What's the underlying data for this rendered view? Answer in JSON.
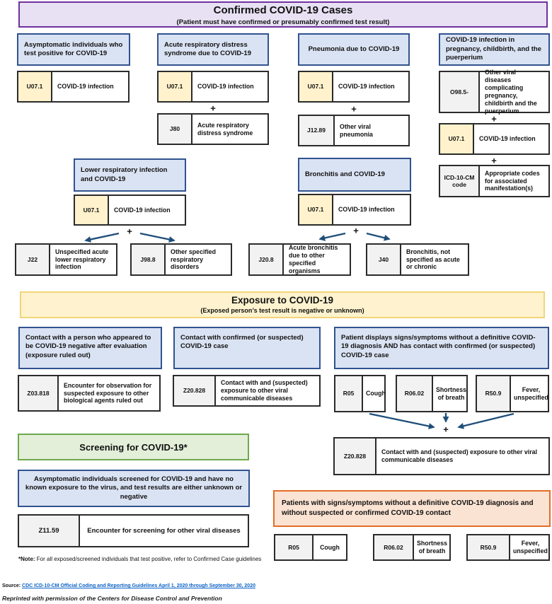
{
  "palette": {
    "purple_border": "#7030A0",
    "purple_bg": "#E7E1F3",
    "blue_border": "#31538F",
    "blue_bg": "#DAE3F3",
    "yellow_border": "#F2D478",
    "yellow_bg": "#FEF3CE",
    "green_border": "#6EA84D",
    "green_bg": "#E3EFD9",
    "orange_border": "#E26C27",
    "orange_bg": "#FBE3D3",
    "code_yellow": "#FFF2CC",
    "code_gray": "#F2F2F2",
    "arrow": "#1F4E79",
    "link": "#0B62C7"
  },
  "symbols": {
    "plus": "+"
  },
  "confirmed": {
    "title": "Confirmed COVID-19 Cases",
    "subtitle": "(Patient must have confirmed or presumably confirmed test result)",
    "asymptomatic": {
      "topic": "Asymptomatic individuals who test positive for COVID-19",
      "code": "U07.1",
      "desc": "COVID-19 infection"
    },
    "ards": {
      "topic": "Acute respiratory distress syndrome due to COVID-19",
      "code1": "U07.1",
      "desc1": "COVID-19 infection",
      "code2": "J80",
      "desc2": "Acute respiratory distress syndrome"
    },
    "pneumonia": {
      "topic": "Pneumonia due to COVID-19",
      "code1": "U07.1",
      "desc1": "COVID-19 infection",
      "code2": "J12.89",
      "desc2": "Other viral pneumonia"
    },
    "pregnancy": {
      "topic": "COVID-19 infection in pregnancy, childbirth, and the puerperium",
      "code1": "O98.5-",
      "desc1": "Other viral diseases complicating pregnancy, childbirth and the puerperium",
      "code2": "U07.1",
      "desc2": "COVID-19 infection",
      "code3": "ICD-10-CM code",
      "desc3": "Appropriate codes for associated manifestation(s)"
    },
    "lower_respiratory": {
      "topic": "Lower respiratory infection and COVID-19",
      "code": "U07.1",
      "desc": "COVID-19 infection",
      "branch1_code": "J22",
      "branch1_desc": "Unspecified acute lower respiratory infection",
      "branch2_code": "J98.8",
      "branch2_desc": "Other specified respiratory disorders"
    },
    "bronchitis": {
      "topic": "Bronchitis and COVID-19",
      "code": "U07.1",
      "desc": "COVID-19 infection",
      "branch1_code": "J20.8",
      "branch1_desc": "Acute bronchitis due to other specified organisms",
      "branch2_code": "J40",
      "branch2_desc": "Bronchitis, not specified as acute or chronic"
    }
  },
  "exposure": {
    "title": "Exposure to COVID-19",
    "subtitle": "(Exposed person’s test result is negative or unknown)",
    "ruled_out": {
      "topic": "Contact with a person who appeared to be COVID-19 negative after evaluation (exposure ruled out)",
      "code": "Z03.818",
      "desc": "Encounter for observation for suspected exposure to other biological agents ruled out"
    },
    "contact": {
      "topic": "Contact with confirmed (or suspected) COVID-19 case",
      "code": "Z20.828",
      "desc": "Contact with and (suspected) exposure to other viral communicable diseases"
    },
    "symptoms_with_contact": {
      "topic": "Patient displays signs/symptoms without a definitive COVID-19 diagnosis AND has contact with confirmed (or suspected) COVID-19 case",
      "code1": "R05",
      "desc1": "Cough",
      "code2": "R06.02",
      "desc2": "Shortness of breath",
      "code3": "R50.9",
      "desc3": "Fever, unspecified",
      "result_code": "Z20.828",
      "result_desc": "Contact with and (suspected) exposure to other viral communicable diseases"
    }
  },
  "screening": {
    "title": "Screening for COVID-19*",
    "topic": "Asymptomatic individuals screened for COVID-19 and have no known exposure to the virus, and test results are either unknown or negative",
    "code": "Z11.59",
    "desc": "Encounter for screening for other viral diseases",
    "note_label": "*Note:",
    "note_text": " For all exposed/screened individuals that test positive, refer to Confirmed Case guidelines"
  },
  "symptoms_no_contact": {
    "title": "Patients with signs/symptoms without a definitive COVID-19 diagnosis and without suspected or confirmed COVID-19 contact",
    "code1": "R05",
    "desc1": "Cough",
    "code2": "R06.02",
    "desc2": "Shortness of breath",
    "code3": "R50.9",
    "desc3": "Fever, unspecified"
  },
  "footer": {
    "source_label": "Source:",
    "source_link": "CDC ICD-10-CM Official Coding and Reporting Guidelines April 1, 2020 through September 30, 2020",
    "reprint": "Reprinted with permission of the Centers for Disease Control and Prevention"
  }
}
